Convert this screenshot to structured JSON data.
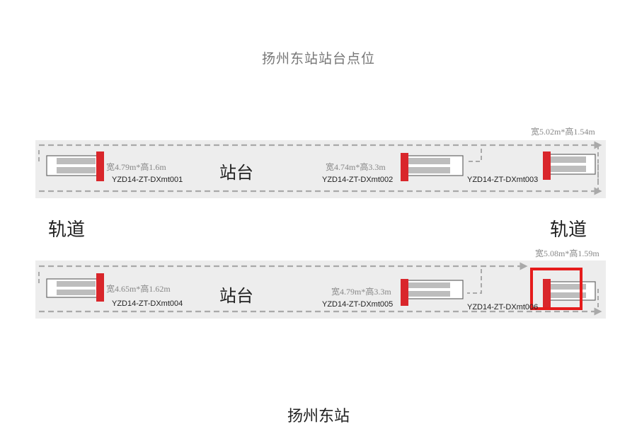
{
  "title": "扬州东站站台点位",
  "footer": "扬州东站",
  "track_labels": [
    "轨道",
    "轨道"
  ],
  "platform_label": "站台",
  "top_row": {
    "positions": [
      {
        "id": "YZD14-ZT-DXmt001",
        "size": "宽4.79m*高1.6m"
      },
      {
        "id": "YZD14-ZT-DXmt002",
        "size": "宽4.74m*高3.3m"
      },
      {
        "id": "YZD14-ZT-DXmt003",
        "size": "宽5.02m*高1.54m"
      }
    ]
  },
  "bottom_row": {
    "positions": [
      {
        "id": "YZD14-ZT-DXmt004",
        "size": "宽4.65m*高1.62m"
      },
      {
        "id": "YZD14-ZT-DXmt005",
        "size": "宽4.79m*高3.3m"
      },
      {
        "id": "YZD14-ZT-DXmt006",
        "size": "宽5.08m*高1.59m"
      }
    ]
  },
  "colors": {
    "marker": "#d9262b",
    "highlight": "#e51c1c",
    "flow_line": "#a9a9a9",
    "band": "#ededed"
  }
}
